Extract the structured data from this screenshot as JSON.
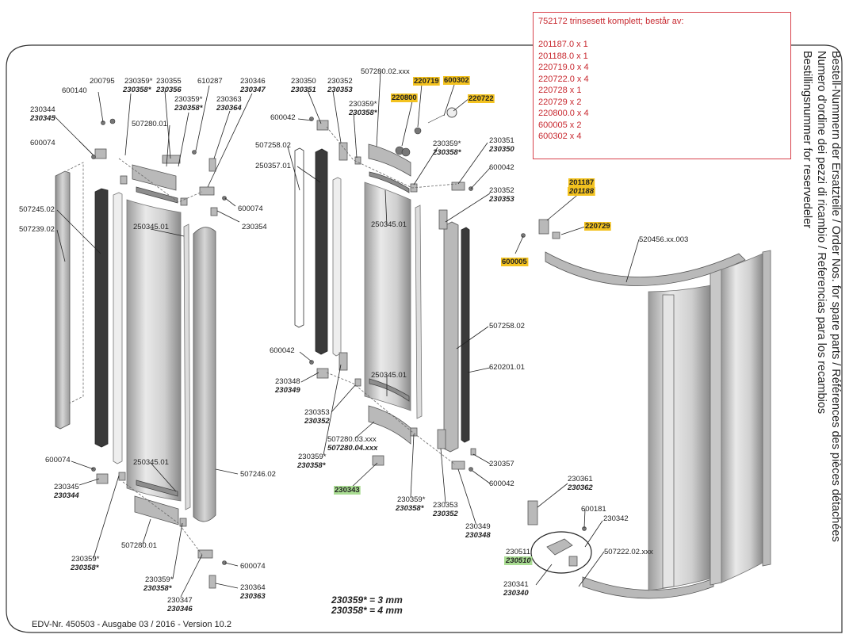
{
  "kit_box": {
    "title": "752172 trinsesett komplett; består av:",
    "items": [
      "201187.0 x 1",
      "201188.0 x 1",
      "220719.0 x 4",
      "220722.0 x 4",
      "220728 x 1",
      "220729 x 2",
      "220800.0 x 4",
      "600005 x 2",
      "600302 x 4"
    ]
  },
  "title_lines": [
    "Bestell-Nummern der Ersatzteile / Order Nos. for spare parts / Références des pièces détachées",
    "Numero d'ordine dei pezzi di ricambio / Referencias para los recambios",
    "Bestillingsnummer for reservedeler"
  ],
  "legend": {
    "line1": "230359* = 3 mm",
    "line2": "230358* = 4 mm"
  },
  "footer": "EDV-Nr. 450503  - Ausgabe 03 / 2016 - Version 10.2",
  "highlight_colors": {
    "yellow": "#f3c21f",
    "green": "#a9dc92",
    "kit_border": "#d8434c",
    "kit_text": "#c8282f"
  },
  "labels": [
    {
      "id": "l1",
      "t": "200795"
    },
    {
      "id": "l2",
      "t": "600140"
    },
    {
      "id": "l3",
      "t": "230344"
    },
    {
      "id": "l4",
      "t": "230345"
    },
    {
      "id": "l5",
      "t": "600074"
    },
    {
      "id": "l6",
      "t": "230359*"
    },
    {
      "id": "l7",
      "t": "230358*"
    },
    {
      "id": "l8",
      "t": "230355"
    },
    {
      "id": "l9",
      "t": "230356"
    },
    {
      "id": "l10",
      "t": "230359*"
    },
    {
      "id": "l11",
      "t": "230358*"
    },
    {
      "id": "l12",
      "t": "610287"
    },
    {
      "id": "l13",
      "t": "230363"
    },
    {
      "id": "l14",
      "t": "230364"
    },
    {
      "id": "l15",
      "t": "230346"
    },
    {
      "id": "l16",
      "t": "230347"
    },
    {
      "id": "l17",
      "t": "507280.01"
    },
    {
      "id": "l18",
      "t": "600074"
    },
    {
      "id": "l19",
      "t": "230354"
    },
    {
      "id": "l20",
      "t": "507245.02"
    },
    {
      "id": "l21",
      "t": "507239.02"
    },
    {
      "id": "l22",
      "t": "250345.01"
    },
    {
      "id": "l23",
      "t": "250345.01"
    },
    {
      "id": "l24",
      "t": "507246.02"
    },
    {
      "id": "l25",
      "t": "600074"
    },
    {
      "id": "l26",
      "t": "230345"
    },
    {
      "id": "l27",
      "t": "230344"
    },
    {
      "id": "l28",
      "t": "507280.01"
    },
    {
      "id": "l29",
      "t": "230359*"
    },
    {
      "id": "l30",
      "t": "230358*"
    },
    {
      "id": "l31",
      "t": "230359*"
    },
    {
      "id": "l32",
      "t": "230358*"
    },
    {
      "id": "l33",
      "t": "230347"
    },
    {
      "id": "l34",
      "t": "230346"
    },
    {
      "id": "l35",
      "t": "600074"
    },
    {
      "id": "l36",
      "t": "230364"
    },
    {
      "id": "l37",
      "t": "230363"
    },
    {
      "id": "l38",
      "t": "230350"
    },
    {
      "id": "l39",
      "t": "230351"
    },
    {
      "id": "l40",
      "t": "230352"
    },
    {
      "id": "l41",
      "t": "230353"
    },
    {
      "id": "l42",
      "t": "507280.02.xxx"
    },
    {
      "id": "l43",
      "t": "220719",
      "hl": "y"
    },
    {
      "id": "l44",
      "t": "600302",
      "hl": "y"
    },
    {
      "id": "l45",
      "t": "220800",
      "hl": "y"
    },
    {
      "id": "l46",
      "t": "220722",
      "hl": "y"
    },
    {
      "id": "l47",
      "t": "230359*"
    },
    {
      "id": "l48",
      "t": "230358*"
    },
    {
      "id": "l49",
      "t": "600042"
    },
    {
      "id": "l50",
      "t": "507258.02"
    },
    {
      "id": "l51",
      "t": "250357.01"
    },
    {
      "id": "l52",
      "t": "230359*"
    },
    {
      "id": "l53",
      "t": "230358*"
    },
    {
      "id": "l54",
      "t": "230351"
    },
    {
      "id": "l55",
      "t": "230350"
    },
    {
      "id": "l56",
      "t": "600042"
    },
    {
      "id": "l57",
      "t": "230352"
    },
    {
      "id": "l58",
      "t": "230353"
    },
    {
      "id": "l59",
      "t": "250345.01"
    },
    {
      "id": "l60",
      "t": "507258.02"
    },
    {
      "id": "l61",
      "t": "600042"
    },
    {
      "id": "l62",
      "t": "230348"
    },
    {
      "id": "l63",
      "t": "230349"
    },
    {
      "id": "l64",
      "t": "250345.01"
    },
    {
      "id": "l65",
      "t": "620201.01"
    },
    {
      "id": "l66",
      "t": "230353"
    },
    {
      "id": "l67",
      "t": "230352"
    },
    {
      "id": "l68",
      "t": "507280.03.xxx"
    },
    {
      "id": "l69",
      "t": "507280.04.xxx"
    },
    {
      "id": "l70",
      "t": "230359*"
    },
    {
      "id": "l71",
      "t": "230358*"
    },
    {
      "id": "l72",
      "t": "230357"
    },
    {
      "id": "l73",
      "t": "600042"
    },
    {
      "id": "l74",
      "t": "230343",
      "hl": "g"
    },
    {
      "id": "l75",
      "t": "230359*"
    },
    {
      "id": "l76",
      "t": "230358*"
    },
    {
      "id": "l77",
      "t": "230353"
    },
    {
      "id": "l78",
      "t": "230352"
    },
    {
      "id": "l79",
      "t": "230349"
    },
    {
      "id": "l80",
      "t": "230348"
    },
    {
      "id": "l81",
      "t": "201187",
      "hl": "y"
    },
    {
      "id": "l82",
      "t": "201188",
      "hl": "y"
    },
    {
      "id": "l83",
      "t": "220729",
      "hl": "y"
    },
    {
      "id": "l84",
      "t": "600005",
      "hl": "y"
    },
    {
      "id": "l85",
      "t": "520456.xx.003"
    },
    {
      "id": "l86",
      "t": "230361"
    },
    {
      "id": "l87",
      "t": "230362"
    },
    {
      "id": "l88",
      "t": "600181"
    },
    {
      "id": "l89",
      "t": "230342"
    },
    {
      "id": "l90",
      "t": "230511"
    },
    {
      "id": "l91",
      "t": "230510",
      "hl": "g"
    },
    {
      "id": "l92",
      "t": "507222.02.xxx"
    },
    {
      "id": "l93",
      "t": "230341"
    },
    {
      "id": "l94",
      "t": "230340"
    }
  ]
}
